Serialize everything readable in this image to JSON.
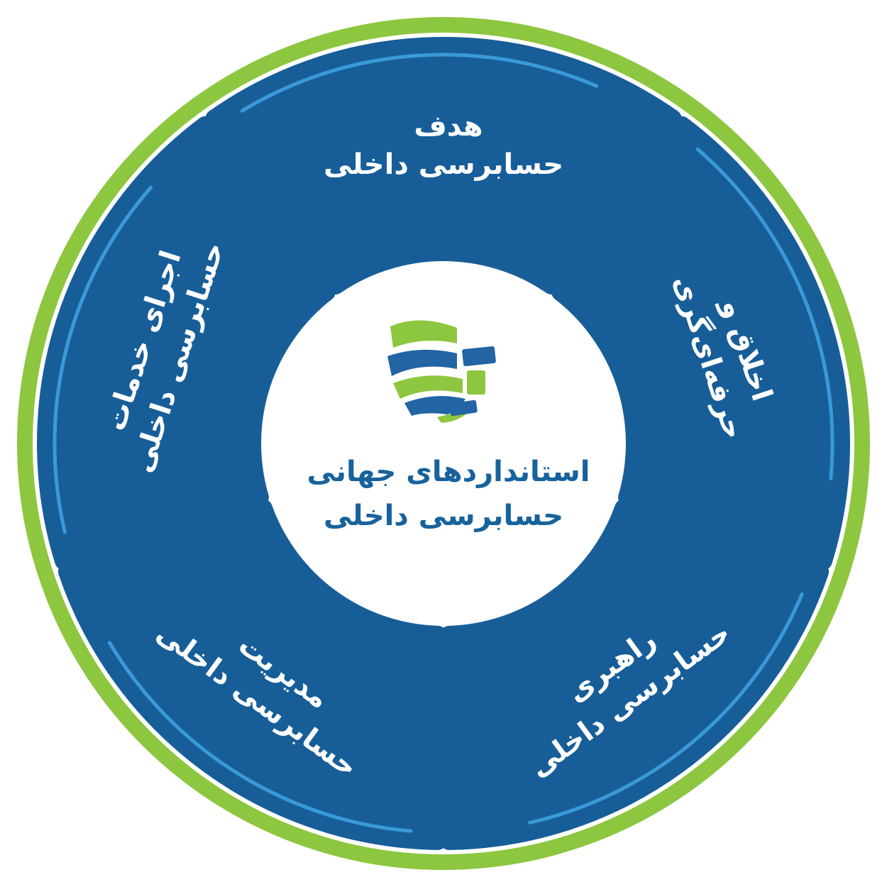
{
  "colors": {
    "outer_ring": "#8dc63f",
    "segment_fill": "#175e99",
    "segment_accent": "#3a9ad9",
    "center_text": "#17629c",
    "logo_blue": "#2264a4",
    "logo_green": "#8dc63f"
  },
  "center": {
    "icon": "globe-logo-icon",
    "title_line1": "استانداردهای جهانی",
    "title_line2": "حسابرسی داخلی"
  },
  "segments": [
    {
      "id": "purpose",
      "line1": "هدف",
      "line2": "حسابرسی داخلی"
    },
    {
      "id": "ethics",
      "line1": "اخلاق و",
      "line2": "حرفه‌ای‌گری"
    },
    {
      "id": "governance",
      "line1": "راهبری",
      "line2": "حسابرسی داخلی"
    },
    {
      "id": "management",
      "line1": "مدیریت",
      "line2": "حسابرسی داخلی"
    },
    {
      "id": "performance",
      "line1": "اجرای خدمات",
      "line2": "حسابرسی داخلی"
    }
  ]
}
